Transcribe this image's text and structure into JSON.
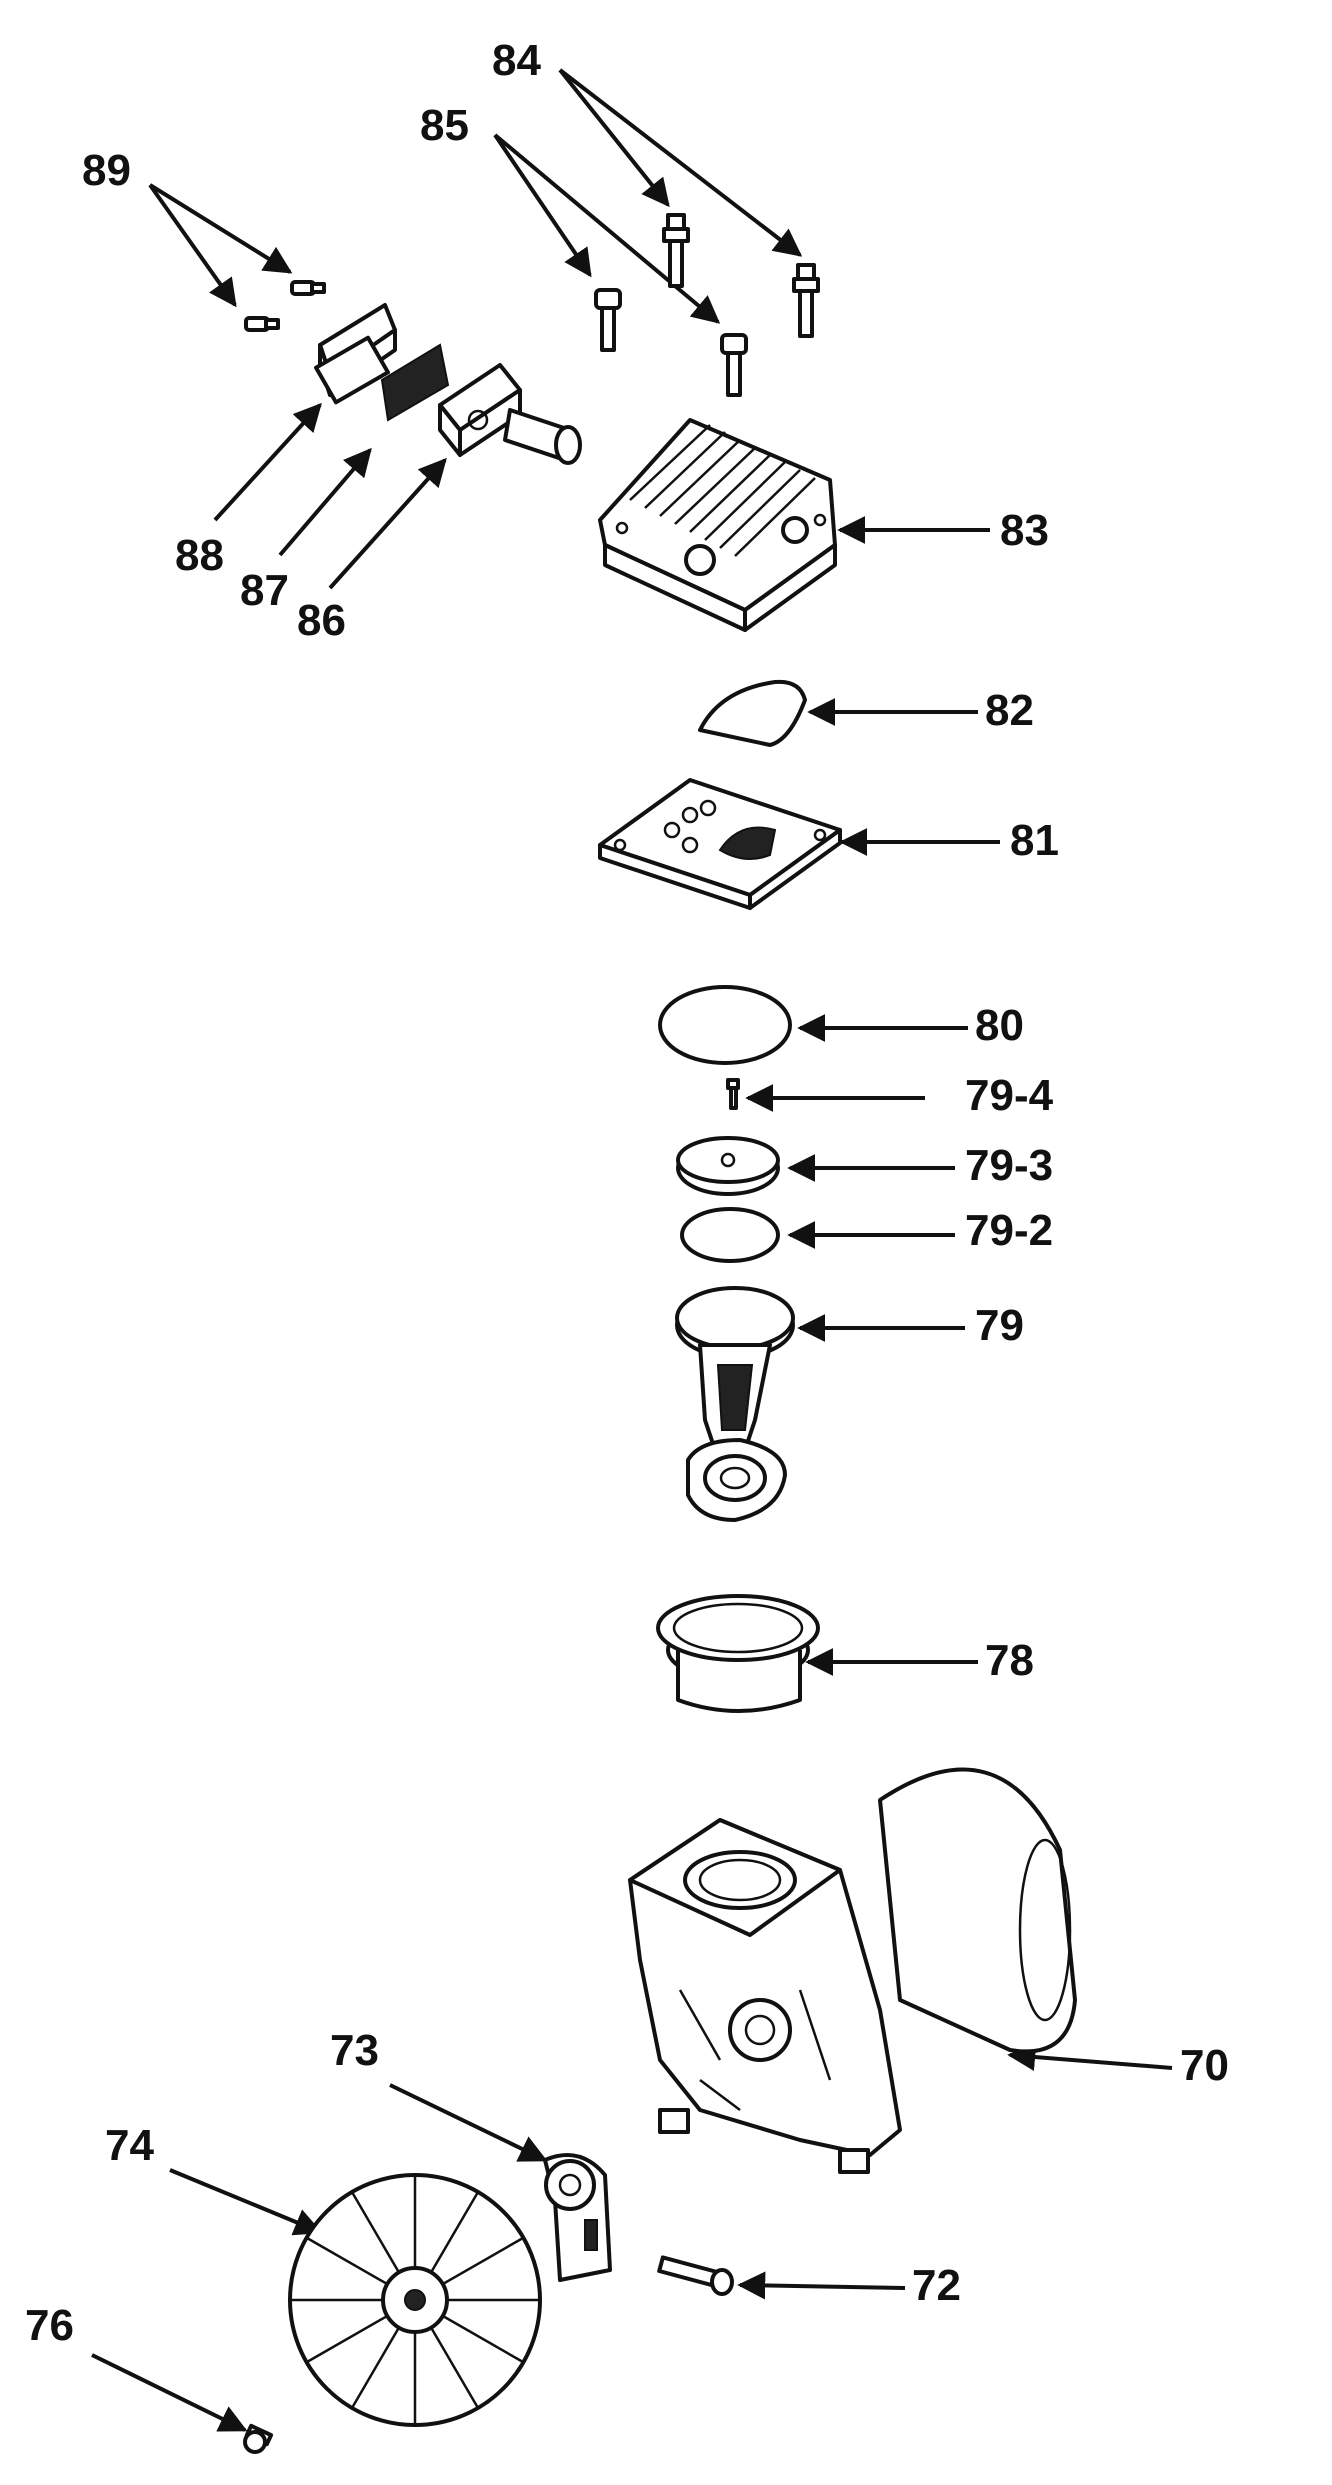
{
  "parts": [
    {
      "id": "89",
      "label": "89"
    },
    {
      "id": "85",
      "label": "85"
    },
    {
      "id": "84",
      "label": "84"
    },
    {
      "id": "88",
      "label": "88"
    },
    {
      "id": "87",
      "label": "87"
    },
    {
      "id": "86",
      "label": "86"
    },
    {
      "id": "83",
      "label": "83"
    },
    {
      "id": "82",
      "label": "82"
    },
    {
      "id": "81",
      "label": "81"
    },
    {
      "id": "80",
      "label": "80"
    },
    {
      "id": "79-4",
      "label": "79-4"
    },
    {
      "id": "79-3",
      "label": "79-3"
    },
    {
      "id": "79-2",
      "label": "79-2"
    },
    {
      "id": "79",
      "label": "79"
    },
    {
      "id": "78",
      "label": "78"
    },
    {
      "id": "70",
      "label": "70"
    },
    {
      "id": "73",
      "label": "73"
    },
    {
      "id": "74",
      "label": "74"
    },
    {
      "id": "72",
      "label": "72"
    },
    {
      "id": "76",
      "label": "76"
    }
  ]
}
